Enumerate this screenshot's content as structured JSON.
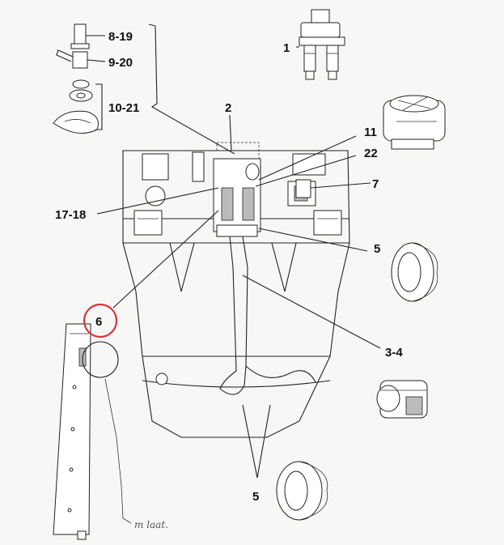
{
  "labels": {
    "l1": "1",
    "l2": "2",
    "l3_4": "3-4",
    "l5_right": "5",
    "l5_bottom": "5",
    "l6": "6",
    "l7": "7",
    "l8_19": "8-19",
    "l9_20": "9-20",
    "l10_21": "10-21",
    "l11": "11",
    "l17_18": "17-18",
    "l22": "22"
  },
  "annotation": {
    "handwritten": "m laat."
  },
  "colors": {
    "highlight_circle": "#d9333a",
    "line": "#222222",
    "background": "#f7f7f5"
  }
}
